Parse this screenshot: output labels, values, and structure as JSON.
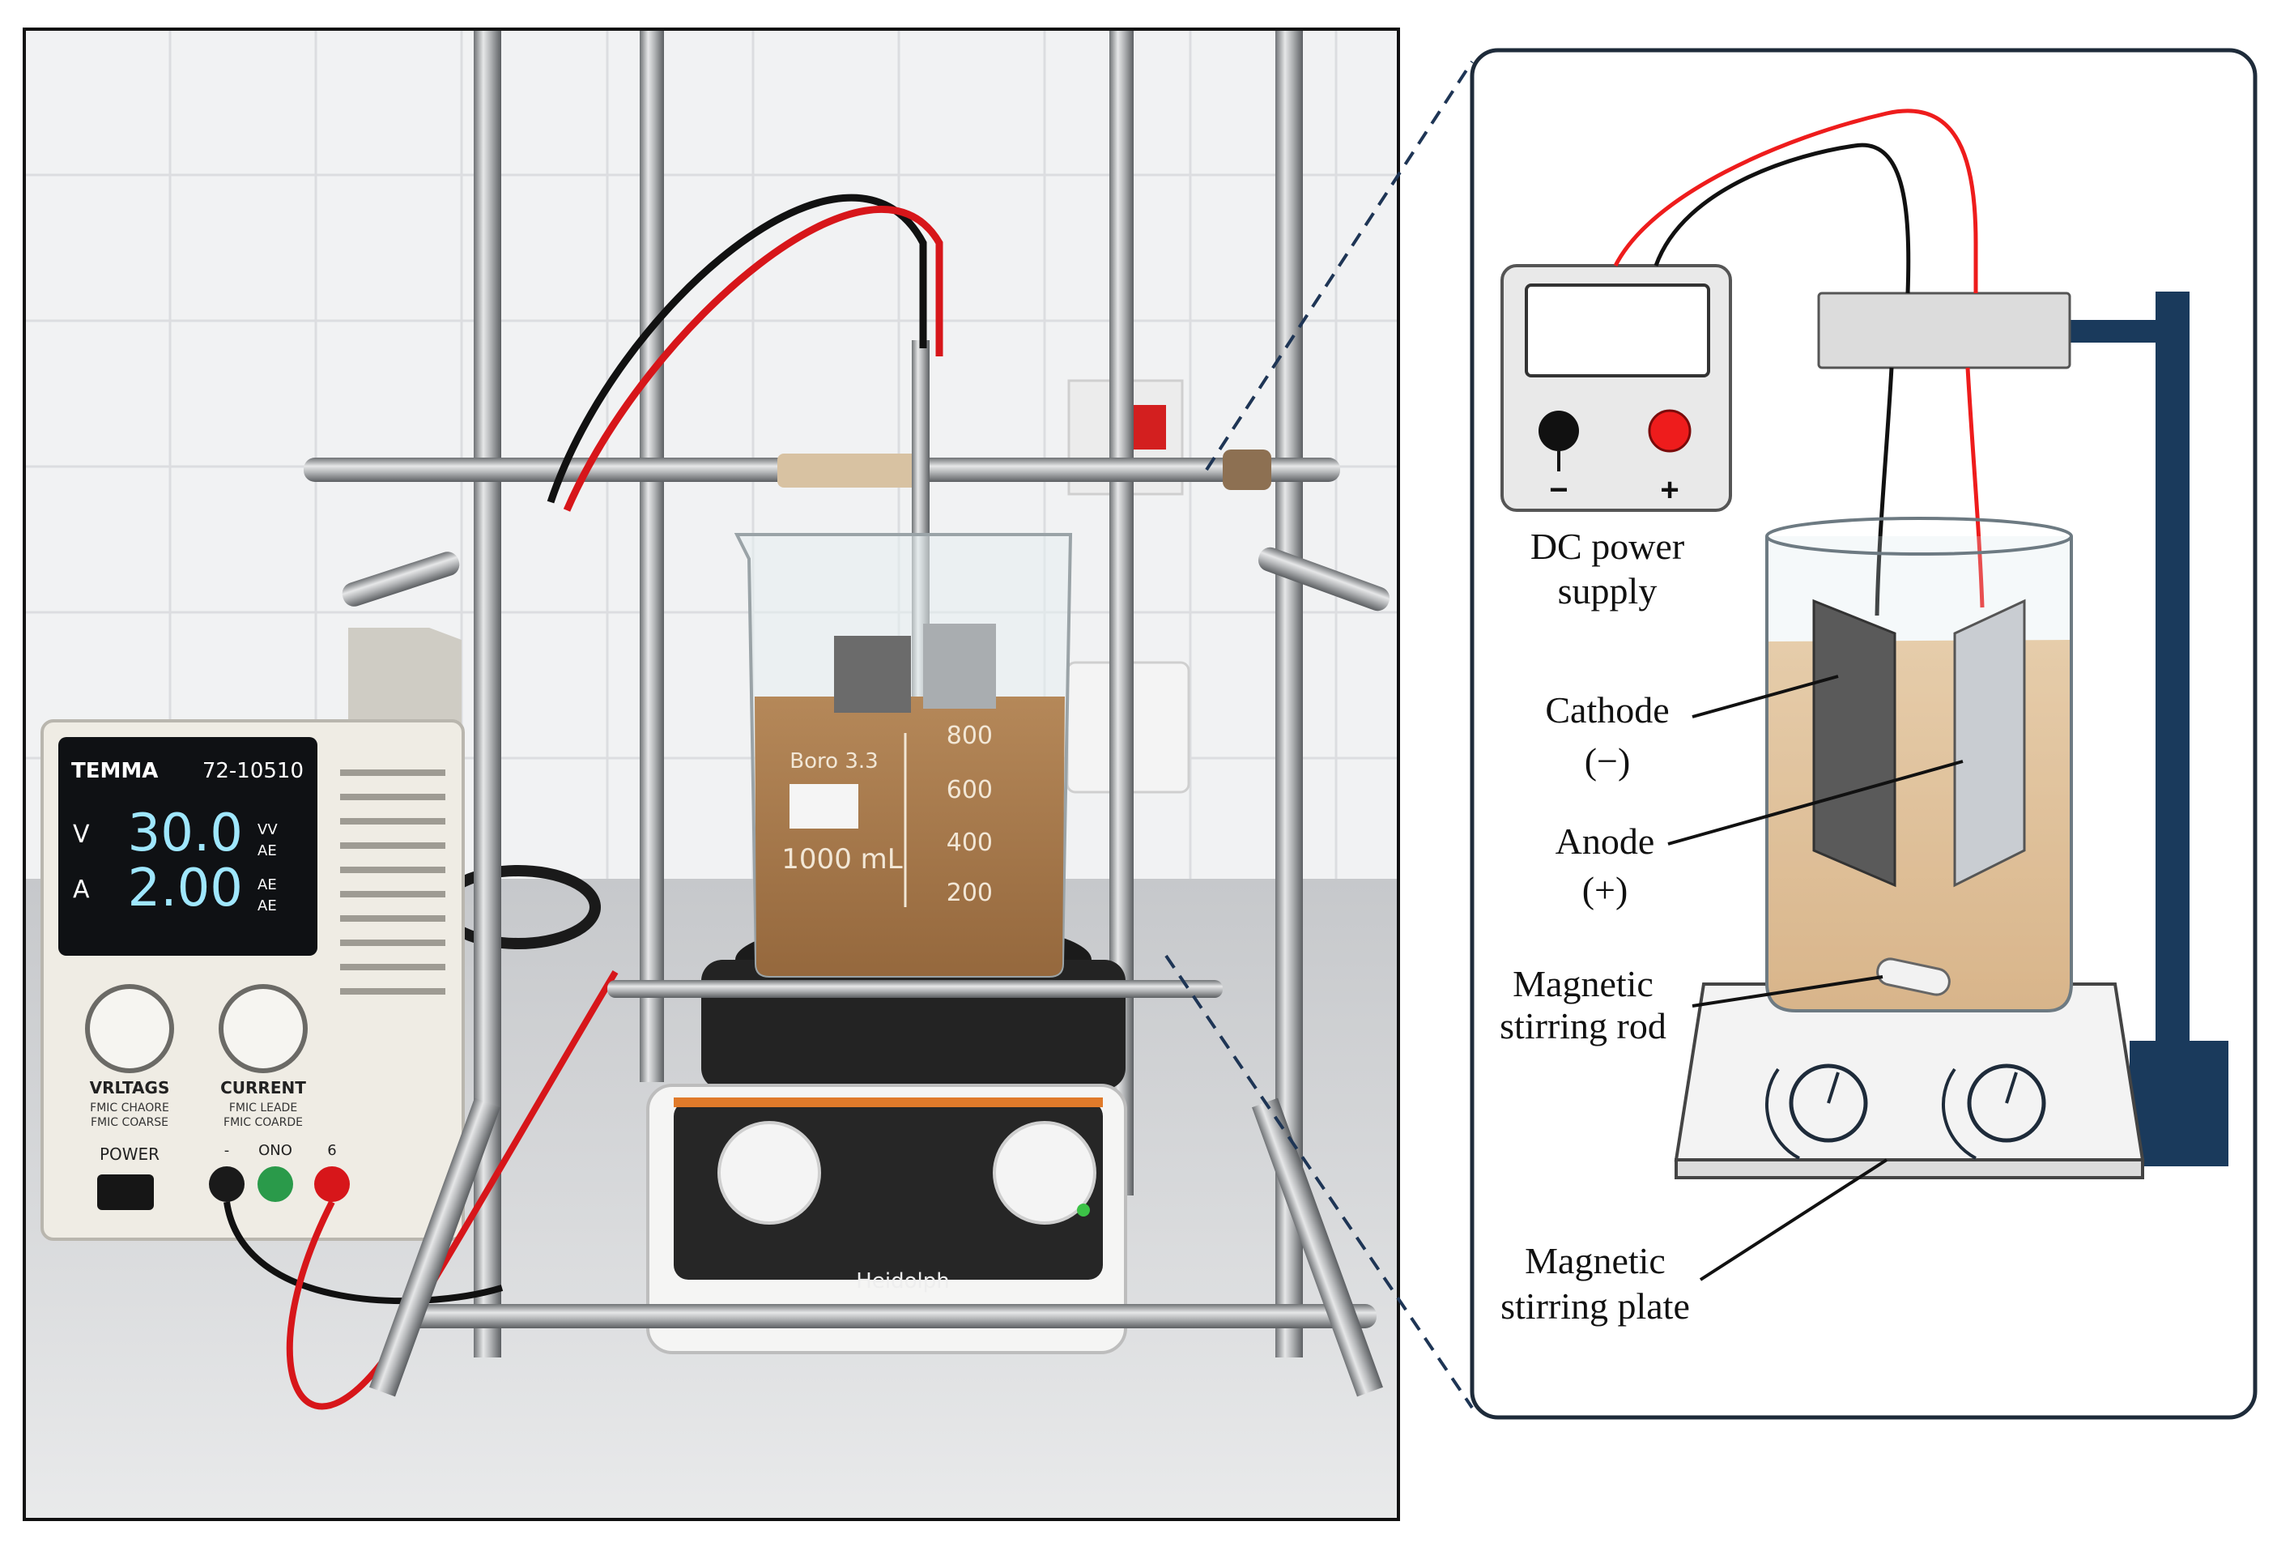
{
  "photo": {
    "power_supply": {
      "brand": "TEMMA",
      "model": "72-10510",
      "voltage_label": "V",
      "voltage_reading": "30.0",
      "current_label": "A",
      "current_reading": "2.00",
      "voltage_unit_a": "VV",
      "voltage_unit_b": "AE",
      "current_unit_a": "AE",
      "current_unit_b": "AE",
      "voltage_knob_label": "VRLTAGS",
      "voltage_knob_sub1": "FMIC CHAORE",
      "voltage_knob_sub2": "FMIC COARSE",
      "current_knob_label": "CURRENT",
      "current_knob_sub1": "FMIC LEADE",
      "current_knob_sub2": "FMIC COARDE",
      "power_label": "POWER",
      "terminal_neg": "-",
      "terminal_mid": "ONO",
      "terminal_pos": "6"
    },
    "beaker": {
      "glass_text": "Boro 3.3",
      "capacity": "1000 mL",
      "marks": [
        "800",
        "600",
        "400",
        "200"
      ]
    },
    "stirrer": {
      "brand": "Heidolph"
    },
    "colors": {
      "positive_wire": "#d7161a",
      "negative_wire": "#111111",
      "slurry": "#a8794a",
      "stand_steel": "#a7a9ab"
    }
  },
  "diagram": {
    "power_supply_label_1": "DC power",
    "power_supply_label_2": "supply",
    "terminal_minus": "−",
    "terminal_plus": "+",
    "cathode_label": "Cathode",
    "cathode_sign": "(−)",
    "anode_label": "Anode",
    "anode_sign": "(+)",
    "rod_label_1": "Magnetic",
    "rod_label_2": "stirring rod",
    "plate_label_1": "Magnetic",
    "plate_label_2": "stirring plate",
    "colors": {
      "stand": "#1a3a5c",
      "sand": "#e2b582",
      "cathode": "#5a5a5a",
      "anode": "#c9cdd2",
      "positive": "#ee1c1c"
    }
  }
}
